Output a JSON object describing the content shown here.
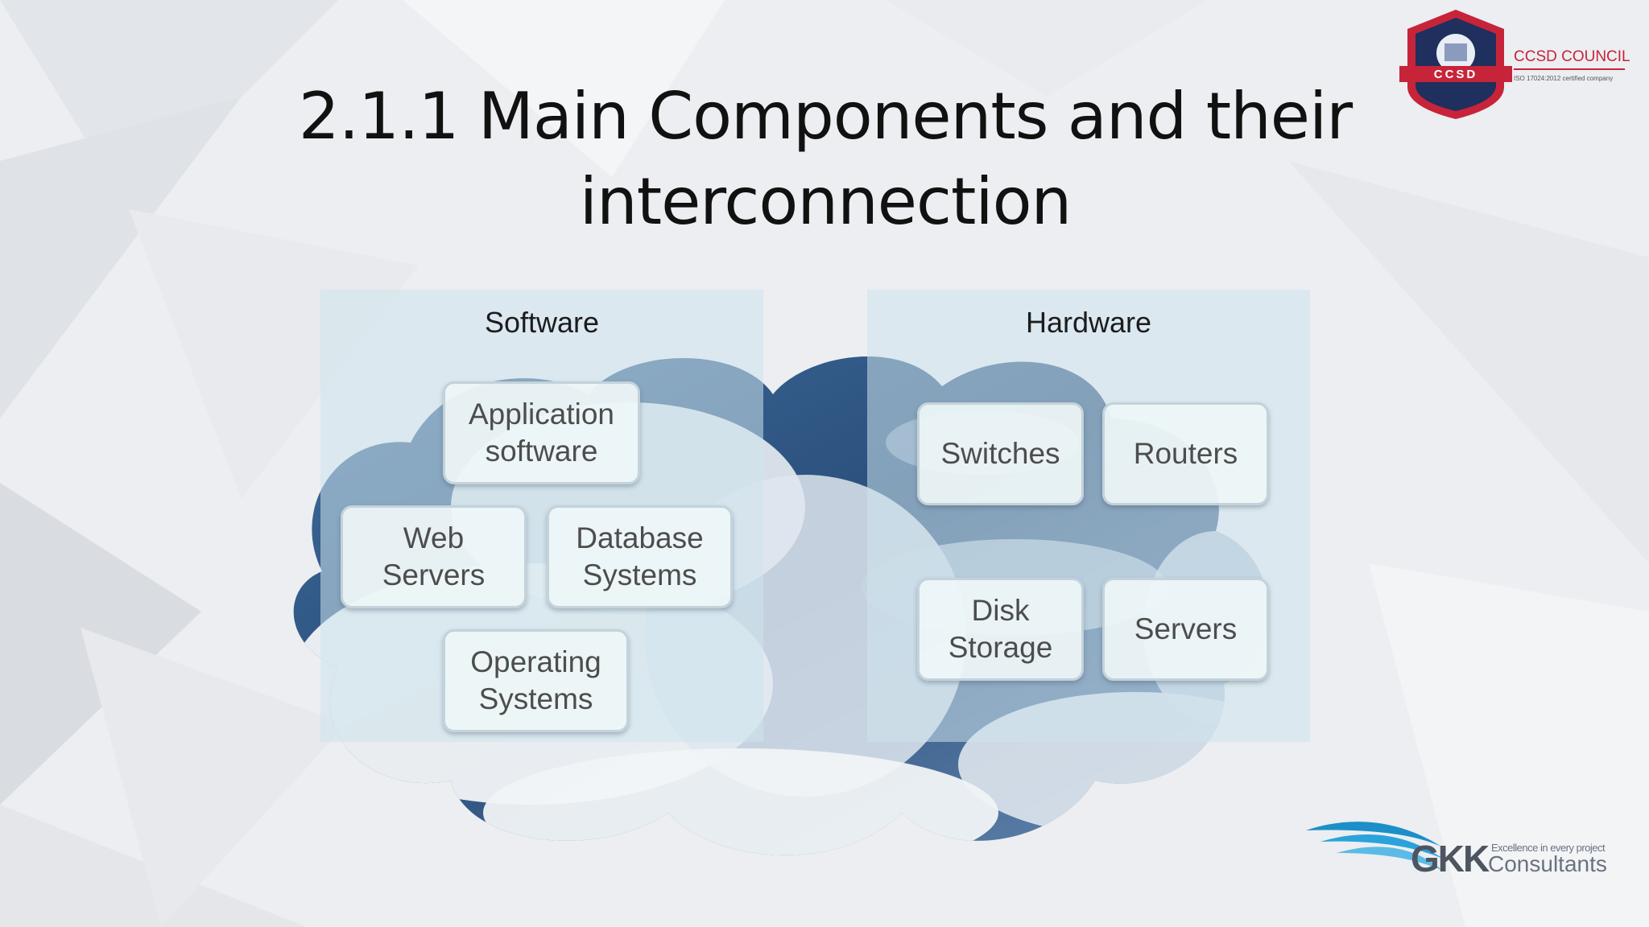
{
  "slide": {
    "title": "2.1.1 Main Components and their interconnection"
  },
  "software": {
    "title": "Software",
    "items": [
      "Application software",
      "Web Servers",
      "Database Systems",
      "Operating Systems"
    ]
  },
  "hardware": {
    "title": "Hardware",
    "items": [
      "Switches",
      "Routers",
      "Disk Storage",
      "Servers"
    ]
  },
  "logos": {
    "ccsd_badge": "CCSD",
    "ccsd_name": "CCSD COUNCIL",
    "ccsd_subtitle": "ISO 17024:2012 certified company",
    "gkk_mark": "GKK",
    "gkk_name": "Consultants",
    "gkk_tagline": "Excellence in every project"
  },
  "colors": {
    "panel": "#cde4ec",
    "box_border": "#c4d2da",
    "ccsd_red": "#c7243a",
    "ccsd_navy": "#1f2f5e",
    "gkk_blue": "#1c8fc8"
  }
}
